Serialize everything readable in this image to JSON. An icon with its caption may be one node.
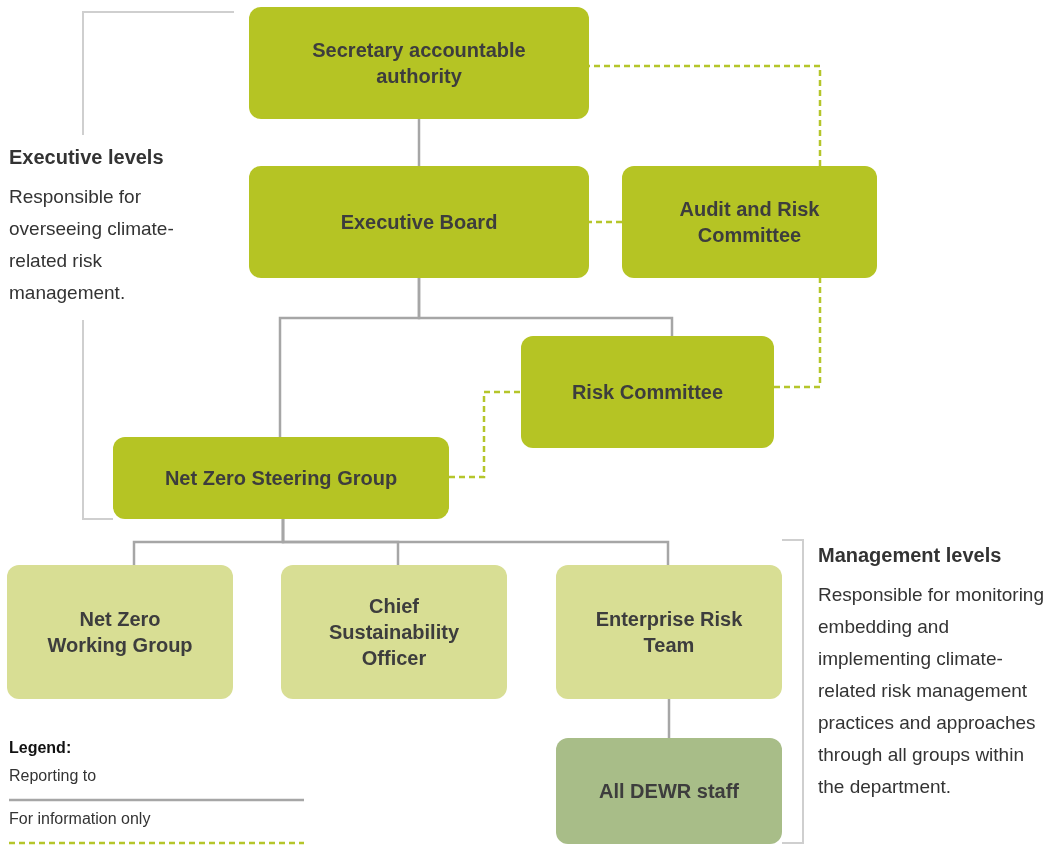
{
  "diagram": {
    "nodes": [
      {
        "text": [
          "Secretary accountable authority"
        ]
      },
      {
        "text": [
          "Executive Board"
        ]
      },
      {
        "text": [
          "Audit and Risk Committee"
        ]
      },
      {
        "text": [
          "Risk Committee"
        ]
      },
      {
        "text": [
          "Net Zero Steering Group"
        ]
      },
      {
        "text": [
          "Net Zero Working Group"
        ]
      },
      {
        "text": [
          "Chief Sustainability Officer"
        ]
      },
      {
        "text": [
          "Enterprise Risk Team"
        ]
      },
      {
        "text": [
          "All DEWR staff"
        ]
      }
    ],
    "edges": [
      {
        "from": 1,
        "to": 0,
        "arrow": "none"
      },
      {
        "from": 4,
        "to": 1,
        "arrow": "none"
      },
      {
        "from": 3,
        "to": 1,
        "arrow": "none"
      },
      {
        "from": 5,
        "to": 4,
        "arrow": "none"
      },
      {
        "from": 6,
        "to": 4,
        "arrow": "none"
      },
      {
        "from": 7,
        "to": 4,
        "arrow": "none"
      },
      {
        "from": 8,
        "to": 7,
        "arrow": "none"
      },
      {
        "from": 2,
        "to": 0,
        "arrow": "none",
        "style": "dashed",
        "color": "#b5c52b"
      },
      {
        "from": 2,
        "to": 1,
        "arrow": "none",
        "style": "dashed",
        "color": "#b5c52b"
      },
      {
        "from": 3,
        "to": 2,
        "arrow": "none",
        "style": "dashed",
        "color": "#b5c52b"
      },
      {
        "from": 4,
        "to": 3,
        "arrow": "none",
        "style": "dashed",
        "color": "#b5c52b"
      }
    ],
    "labels": [
      "Executive levels",
      "Responsible for overseeing climate-related risk management.",
      "Management levels",
      "Responsible for monitoring embedding and implementing climate-related risk management practices and approaches through all groups within the department.",
      "Legend:"
    ],
    "legend": [
      {
        "text": "Reporting to"
      },
      {
        "text": "For information only"
      }
    ]
  }
}
